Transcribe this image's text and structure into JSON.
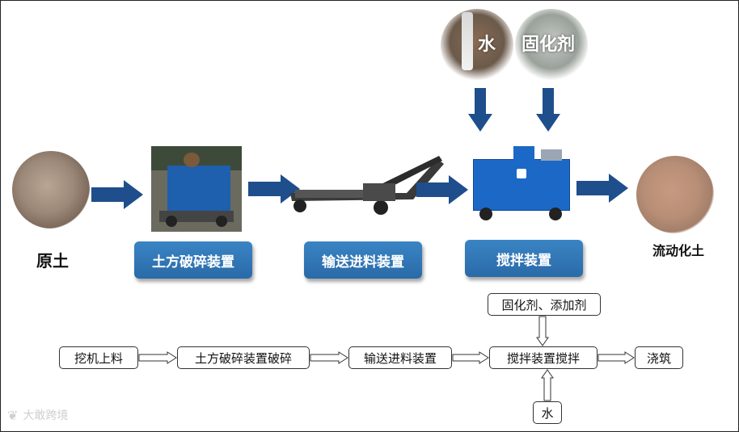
{
  "top_row": {
    "raw_soil": "原土",
    "crushing": "土方破碎装置",
    "conveying": "输送进料装置",
    "mixing": "搅拌装置",
    "flowable_soil": "流动化土",
    "water": "水",
    "curing_agent": "固化剂"
  },
  "flowchart": {
    "steps": [
      "挖机上料",
      "土方破碎装置破碎",
      "输送进料装置",
      "搅拌装置搅拌",
      "浇筑"
    ],
    "top_input": "固化剂、添加剂",
    "bottom_input": "水"
  },
  "watermark": "大敢跨境",
  "colors": {
    "arrow_blue": "#1f4e8c",
    "box_blue": "#2f75b5"
  }
}
